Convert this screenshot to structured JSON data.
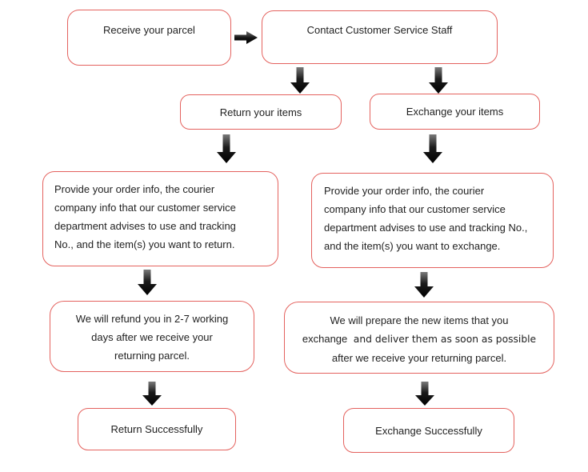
{
  "colors": {
    "box_border": "#e4625e",
    "box_background": "#ffffff",
    "arrow_dark": "#000000",
    "arrow_light": "#6e6e6e",
    "text": "#1f1f1f",
    "page_background": "#ffffff"
  },
  "icons": {
    "flow_connector_right": "block-arrow-right",
    "flow_connector_down": "block-arrow-down"
  },
  "flow": {
    "receive_parcel": {
      "label": "Receive your parcel"
    },
    "contact_service": {
      "label": "Contact Customer Service Staff"
    },
    "return_items": {
      "label": "Return your items"
    },
    "exchange_items": {
      "label": "Exchange your items"
    },
    "return_info": {
      "lines": [
        "Provide your order info, the courier",
        "company info that our customer service",
        "department advises to use and tracking",
        "No., and the item(s) you want to return."
      ]
    },
    "exchange_info": {
      "lines": [
        "Provide your order info, the courier",
        "company info that our customer service",
        "department advises to use and tracking No.,",
        "and the item(s) you want to exchange."
      ]
    },
    "refund_info": {
      "lines": [
        "We will refund you in 2-7 working",
        "days after we receive your",
        "returning parcel."
      ]
    },
    "prepare_info": {
      "line1": "We will prepare the new items that you",
      "line2_a": "exchange ",
      "line2_b": " and deliver them as soon as possible",
      "line3": "after we receive your returning parcel."
    },
    "return_success": {
      "label": "Return Successfully"
    },
    "exchange_success": {
      "label": "Exchange Successfully"
    }
  }
}
